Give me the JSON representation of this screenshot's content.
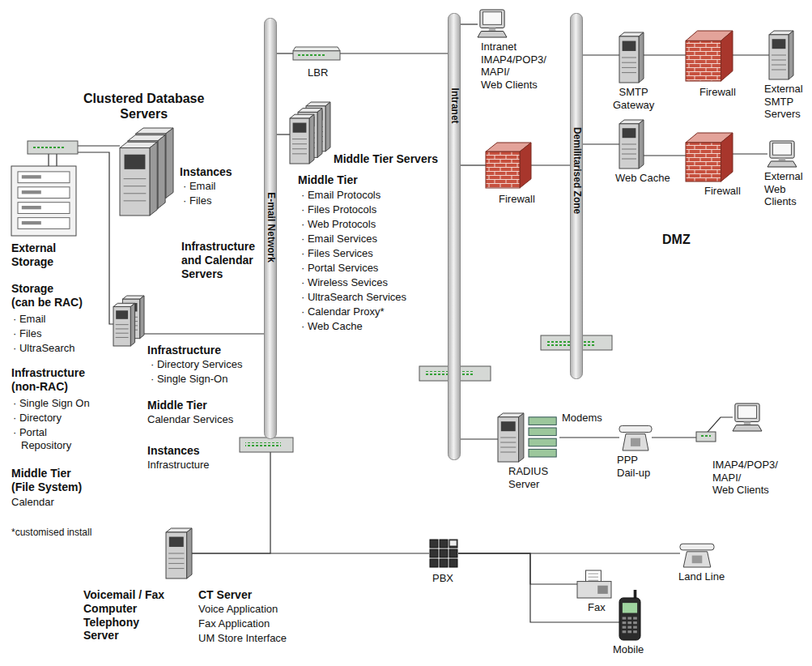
{
  "diagram": {
    "nodes": [
      {
        "text": [
          "E-mail Network"
        ]
      },
      {
        "text": [
          "Intranet"
        ]
      },
      {
        "text": [
          "Demilitarised Zone"
        ]
      },
      {
        "text": [
          "LBR"
        ]
      },
      {
        "text": [
          "Intranet IMAP4/POP3/ MAPI/ Web Clients"
        ]
      },
      {
        "text": [
          "SMTP Gateway"
        ]
      },
      {
        "text": [
          "Firewall"
        ]
      },
      {
        "text": [
          "External SMTP Servers"
        ]
      },
      {
        "text": [
          "Web Cache"
        ]
      },
      {
        "text": [
          "Firewall"
        ]
      },
      {
        "text": [
          "External Web Clients"
        ]
      },
      {
        "text": [
          "Firewall"
        ]
      },
      {
        "text": [
          "Clustered Database Servers",
          "Instances",
          "· Email",
          "· Files"
        ]
      },
      {
        "text": [
          "External Storage"
        ]
      },
      {
        "text": [
          "Middle Tier Servers",
          "Middle Tier",
          "· Email Protocols",
          "· Files Protocols",
          "· Web Protocols",
          "· Email Services",
          "· Files Services",
          "· Portal Services",
          "· Wireless Sevices",
          "· UltraSearch Services",
          "· Calendar Proxy*",
          "· Web Cache"
        ]
      },
      {
        "text": [
          "Infrastructure and Calendar Servers",
          "Infrastructure",
          "· Directory Services",
          "· Single Sign-On",
          "Middle Tier",
          "Calendar Services",
          "Instances",
          "Infrastructure"
        ]
      },
      {
        "text": [
          "RADIUS Server",
          "Modems"
        ]
      },
      {
        "text": [
          "PPP Dail-up"
        ]
      },
      {
        "text": [
          "IMAP4/POP3/ MAPI/ Web Clients"
        ]
      },
      {
        "text": [
          "Voicemail / Fax Computer Telephony Server",
          "CT Server",
          "Voice Application",
          "Fax Application",
          "UM Store Interface"
        ]
      },
      {
        "text": [
          "PBX"
        ]
      },
      {
        "text": [
          "Land Line"
        ]
      },
      {
        "text": [
          "Fax"
        ]
      },
      {
        "text": [
          "Mobile"
        ]
      }
    ],
    "edges": [
      {
        "from": 0,
        "to": 3,
        "arrow": "none"
      },
      {
        "from": 3,
        "to": 1,
        "arrow": "none"
      },
      {
        "from": 1,
        "to": 4,
        "arrow": "none"
      },
      {
        "from": 1,
        "to": 11,
        "arrow": "none"
      },
      {
        "from": 11,
        "to": 2,
        "arrow": "none"
      },
      {
        "from": 2,
        "to": 5,
        "arrow": "none"
      },
      {
        "from": 5,
        "to": 6,
        "arrow": "none"
      },
      {
        "from": 6,
        "to": 7,
        "arrow": "none"
      },
      {
        "from": 2,
        "to": 8,
        "arrow": "none"
      },
      {
        "from": 8,
        "to": 9,
        "arrow": "none"
      },
      {
        "from": 9,
        "to": 10,
        "arrow": "none"
      },
      {
        "from": 1,
        "to": 16,
        "arrow": "none"
      },
      {
        "from": 16,
        "to": 17,
        "arrow": "none"
      },
      {
        "from": 17,
        "to": 18,
        "arrow": "none"
      },
      {
        "from": 0,
        "to": 14,
        "arrow": "none"
      },
      {
        "from": 13,
        "to": 12,
        "arrow": "none"
      },
      {
        "from": 13,
        "to": 15,
        "arrow": "none"
      },
      {
        "from": 15,
        "to": 0,
        "arrow": "none"
      },
      {
        "from": 0,
        "to": 19,
        "arrow": "none"
      },
      {
        "from": 19,
        "to": 20,
        "arrow": "none"
      },
      {
        "from": 20,
        "to": 21,
        "arrow": "none"
      },
      {
        "from": 20,
        "to": 22,
        "arrow": "none"
      },
      {
        "from": 20,
        "to": 23,
        "arrow": "none"
      }
    ],
    "labels": [
      "DMZ",
      "Storage (can be RAC)",
      "· Email",
      "· Files",
      "· UltraSearch",
      "Infrastructure (non-RAC)",
      "· Single Sign On",
      "· Directory",
      "· Portal Repository",
      "Middle Tier (File System)",
      "Calendar",
      "*customised install"
    ]
  }
}
